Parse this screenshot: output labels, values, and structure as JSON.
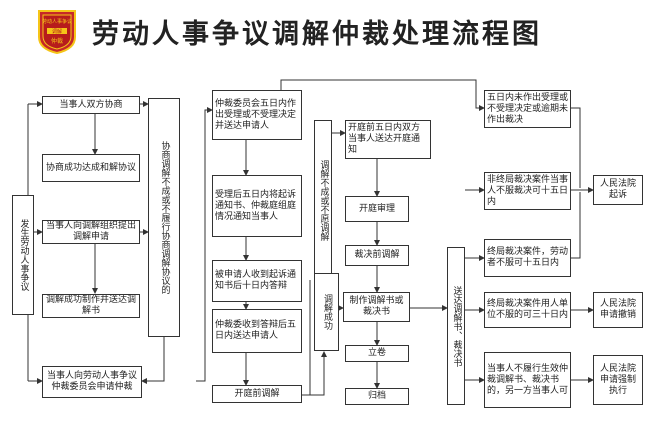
{
  "title": "劳动人事争议调解仲裁处理流程图",
  "logo": {
    "line1": "劳动人事争议",
    "line2": "调解",
    "line3": "仲裁"
  },
  "nodes": {
    "dispute": "发生劳动人事争议",
    "negotiate": "当事人双方协商",
    "negotiate_ok": "协商成功达成和解协议",
    "apply_mediation": "当事人向调解组织提出调解申请",
    "mediation_ok": "调解成功制作并送达调解书",
    "apply_arbitration": "当事人向劳动人事争议仲裁委员会申请仲裁",
    "fail_col": "协商调解不成或不履行协商调解协议的",
    "committee_accept": "仲裁委员会五日内作出受理或不受理决定并送达申请人",
    "notify": "受理后五日内将起诉通知书、仲裁庭组庭情况通知当事人",
    "respondent": "被申请人收到起诉通知书后十日内答辩",
    "defense_copy": "仲裁委收到答辩后五日内送达申请人",
    "hearing": "开庭前调解",
    "mediate_fail_col": "调解不成或不愿调解",
    "mediate_success_col": "调解成功",
    "notice_before": "开庭前五日内双方当事人送达开庭通知",
    "trial": "开庭审理",
    "award_mediation": "裁决前调解",
    "make_docs": "制作调解书或裁决书",
    "file": "立卷",
    "archive": "归档",
    "serve_col": "送达调解书、裁决书",
    "no_decision": "五日内未作出受理或不受理决定或逾期未作出裁决",
    "nonfinal": "非终局裁决案件当事人不服裁决可十五日内",
    "final": "终局裁决案件，劳动者不服可十五日内",
    "employer": "终局裁决案件用人单位不服的可三十日内",
    "not_perform": "当事人不履行生效仲裁调解书、裁决书的，另一方当事人可",
    "court_sue": "人民法院起诉",
    "court_revoke": "人民法院申请撤销",
    "court_enforce": "人民法院申请强制执行"
  }
}
